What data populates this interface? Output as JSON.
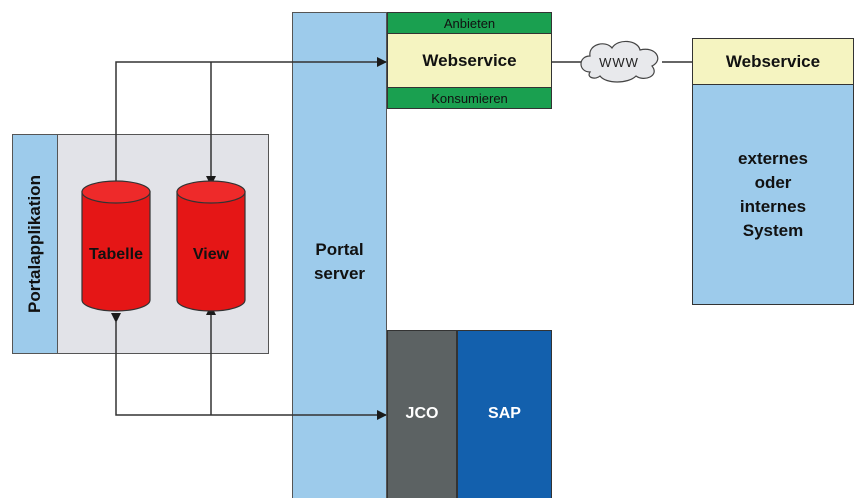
{
  "portal_application": {
    "label": "Portalapplikation"
  },
  "database": {
    "table_label": "Tabelle",
    "view_label": "View"
  },
  "portal_server": {
    "label_line1": "Portal",
    "label_line2": "server"
  },
  "webservice_portal": {
    "top_label": "Anbieten",
    "main_label": "Webservice",
    "bottom_label": "Konsumieren"
  },
  "network": {
    "cloud_label": "WWW"
  },
  "external_system": {
    "header_label": "Webservice",
    "body_lines": [
      "externes",
      "oder",
      "internes",
      "System"
    ]
  },
  "backend": {
    "jco_label": "JCO",
    "sap_label": "SAP"
  },
  "colors": {
    "light_blue": "#9dcbeb",
    "green": "#1aa050",
    "pale_yellow": "#f5f4c1",
    "red": "#e51616",
    "dark_gray": "#5c6263",
    "sap_blue": "#1360ad",
    "panel_gray": "#e2e3e8"
  }
}
